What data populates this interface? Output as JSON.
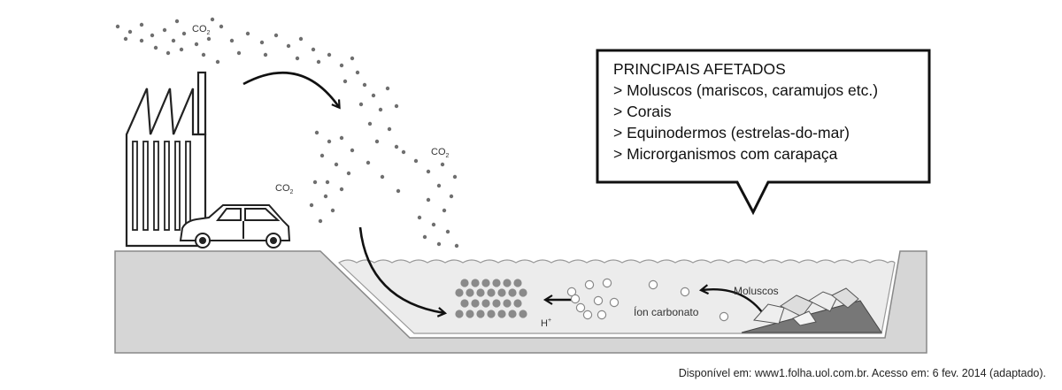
{
  "labels": {
    "co2_top": "CO",
    "co2_right": "CO",
    "co2_left": "CO",
    "co2_sub": "2",
    "h_plus": "H",
    "h_plus_sup": "+",
    "ion_carbonato": "Íon carbonato",
    "moluscos": "Moluscos"
  },
  "callout": {
    "title": "PRINCIPAIS AFETADOS",
    "items": [
      "> Moluscos (mariscos, caramujos etc.)",
      "> Corais",
      "> Equinodermos (estrelas-do-mar)",
      "> Microrganismos com carapaça"
    ]
  },
  "source": "Disponível em: www1.folha.uol.com.br. Acesso em: 6 fev. 2014 (adaptado).",
  "colors": {
    "ground": "#d4d4d4",
    "water": "#e6e6e6",
    "dots": "#6f6f6f",
    "outline": "#222222"
  }
}
